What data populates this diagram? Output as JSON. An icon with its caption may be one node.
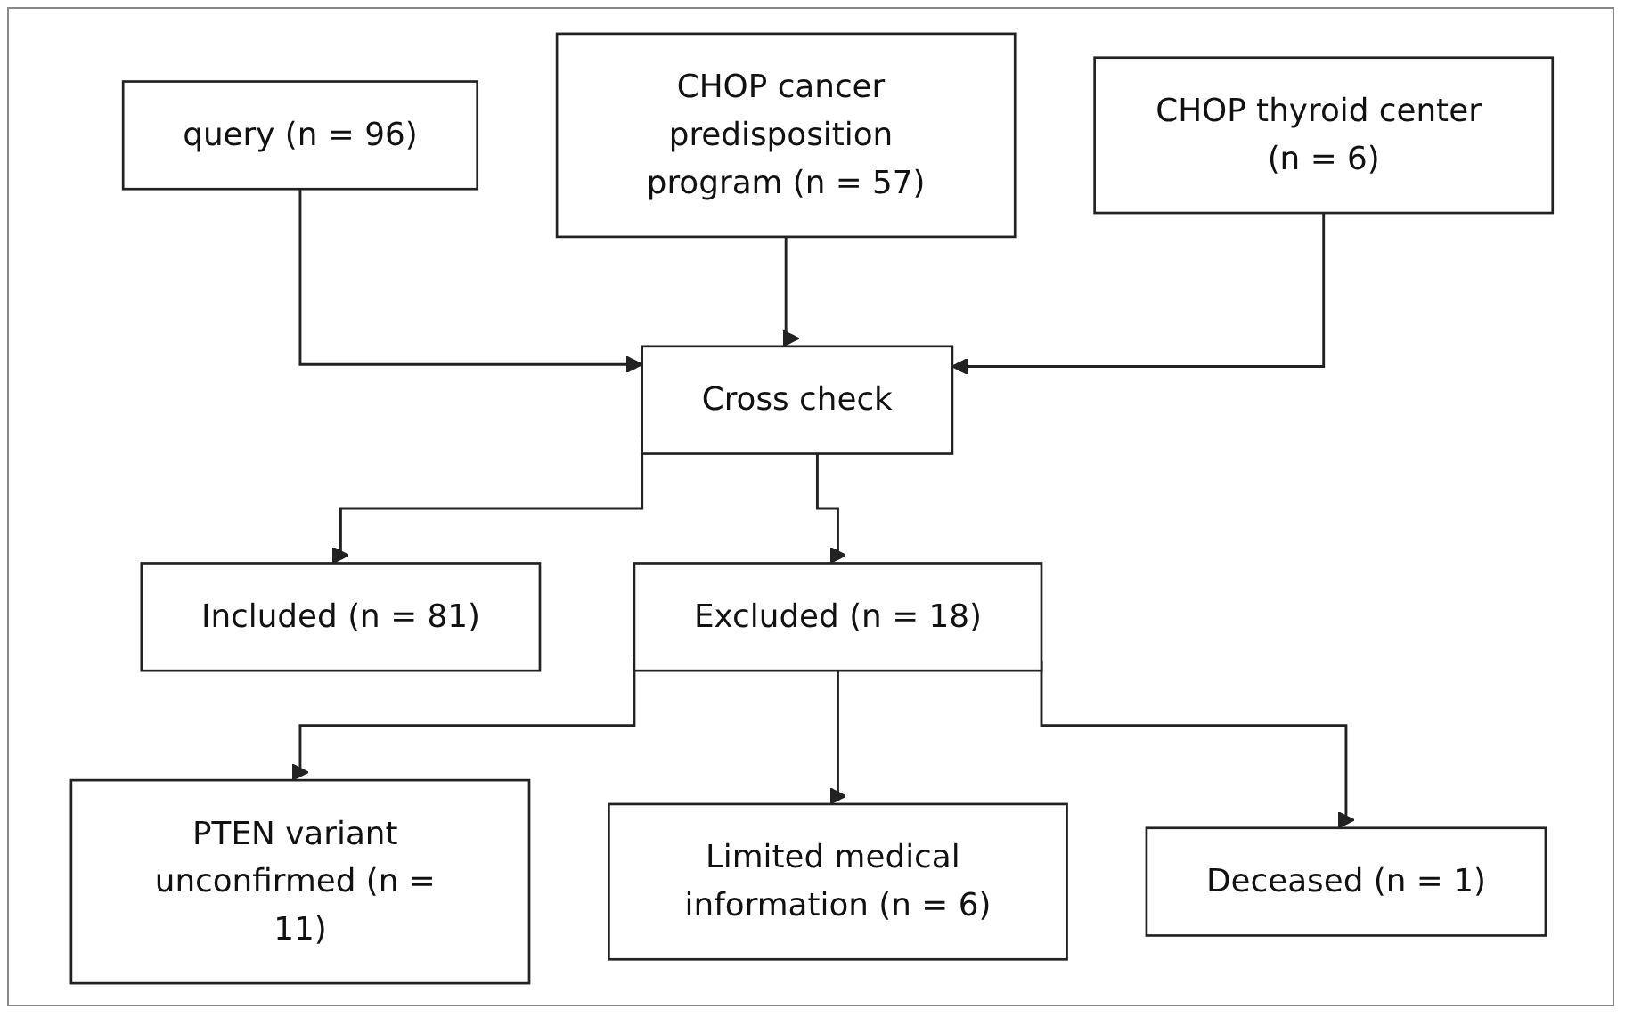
{
  "diagram": {
    "nodes": [
      {
        "text": [
          "query (n = 96)"
        ]
      },
      {
        "text": [
          "CHOP cancer predisposition program (n = 57)"
        ]
      },
      {
        "text": [
          "CHOP thyroid center (n = 6)"
        ]
      },
      {
        "text": [
          "Cross check"
        ]
      },
      {
        "text": [
          "Included (n = 81)"
        ]
      },
      {
        "text": [
          "Excluded (n = 18)"
        ]
      },
      {
        "text": [
          "PTEN variant unconfirmed (n = 11)"
        ]
      },
      {
        "text": [
          "Limited medical information (n = 6)"
        ]
      },
      {
        "text": [
          "Deceased (n = 1)"
        ]
      }
    ],
    "edges": [
      {
        "from": 0,
        "to": 3,
        "arrow": "to"
      },
      {
        "from": 1,
        "to": 3,
        "arrow": "to"
      },
      {
        "from": 2,
        "to": 3,
        "arrow": "to"
      },
      {
        "from": 3,
        "to": 4,
        "arrow": "to"
      },
      {
        "from": 3,
        "to": 5,
        "arrow": "to"
      },
      {
        "from": 5,
        "to": 6,
        "arrow": "to"
      },
      {
        "from": 5,
        "to": 7,
        "arrow": "to"
      },
      {
        "from": 5,
        "to": 8,
        "arrow": "to"
      }
    ]
  }
}
